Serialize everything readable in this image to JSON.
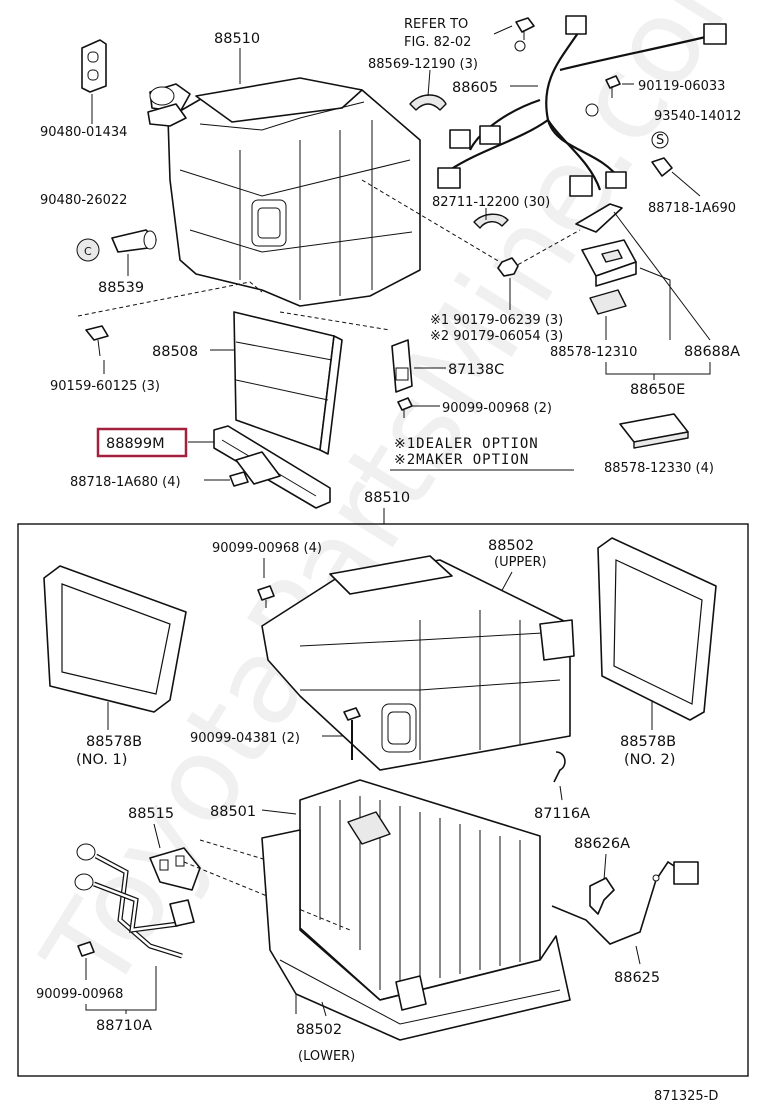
{
  "diagram": {
    "watermark": "ToyotaPartsMine.com",
    "figure_code": "871325-D",
    "highlighted_part": "88899M",
    "notes": [
      "※1DEALER OPTION",
      "※2MAKER OPTION"
    ],
    "top_labels": {
      "p88510_top": "88510",
      "refer_to_1": "REFER TO",
      "refer_to_2": "FIG. 82-02",
      "p88569": "88569-12190 (3)",
      "p88605": "88605",
      "p90119": "90119-06033",
      "p93540": "93540-14012",
      "p90480_01434": "90480-01434",
      "p90480_26022": "90480-26022",
      "p82711": "82711-12200 (30)",
      "p88718_1A690": "88718-1A690",
      "p88539": "88539",
      "p90179_1": "※1 90179-06239 (3)",
      "p90179_2": "※2 90179-06054 (3)",
      "p88508": "88508",
      "p87138C": "87138C",
      "p88578_12310": "88578-12310",
      "p88688A": "88688A",
      "p90159": "90159-60125 (3)",
      "p88650E": "88650E",
      "p90099_00968_2": "90099-00968 (2)",
      "p88899M": "88899M",
      "p88718_1A680": "88718-1A680 (4)",
      "p88578_12330": "88578-12330 (4)",
      "p88510_box": "88510"
    },
    "box_labels": {
      "p90099_00968_4": "90099-00968 (4)",
      "p88502_upper": "88502",
      "upper": "(UPPER)",
      "p88578B_1": "88578B",
      "no1": "(NO. 1)",
      "p88578B_2": "88578B",
      "no2": "(NO. 2)",
      "p90099_04381": "90099-04381 (2)",
      "p88515": "88515",
      "p88501": "88501",
      "p87116A": "87116A",
      "p88626A": "88626A",
      "p88625": "88625",
      "p90099_00968": "90099-00968",
      "p88710A": "88710A",
      "p88502_lower": "88502",
      "lower": "(LOWER)"
    }
  }
}
